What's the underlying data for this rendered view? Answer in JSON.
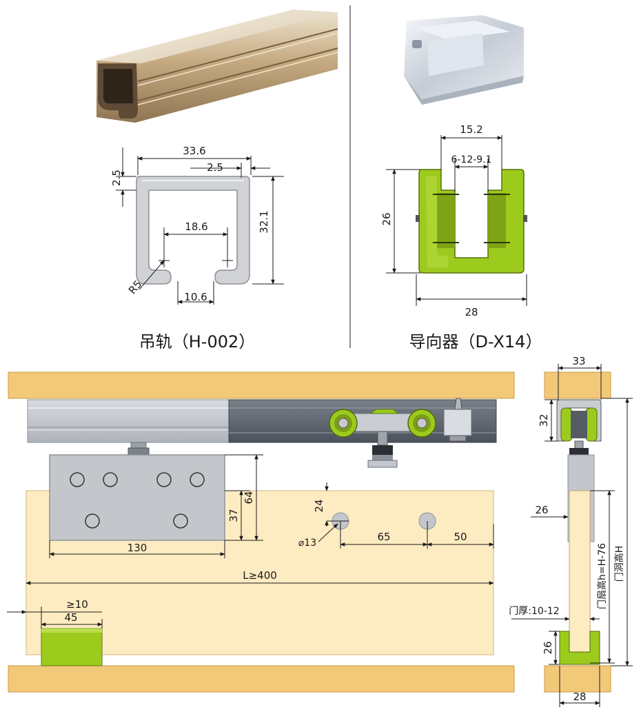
{
  "rail": {
    "caption": "吊轨（H-002）",
    "dims": {
      "width": "33.6",
      "lip": "2.5",
      "top": "2.5",
      "height": "32.1",
      "inner": "18.6",
      "radius": "R5",
      "slot": "10.6"
    }
  },
  "guide": {
    "caption": "导向器（D-X14）",
    "dims": {
      "top": "15.2",
      "range": "6-12-9.1",
      "height": "26",
      "width": "28"
    }
  },
  "assembly": {
    "dims": {
      "plate_width": "130",
      "plate_h1": "37",
      "plate_h2": "64",
      "hole_top": "24",
      "hole_dia": "⌀13",
      "hole_gap": "65",
      "hole_edge": "50",
      "length": "L≥400",
      "guide_min": "≥10",
      "guide_width": "45"
    }
  },
  "section": {
    "dims": {
      "top_width": "33",
      "rail_height": "32",
      "leaf": "26",
      "door_height": "门扇高h=H-76",
      "opening_height": "门洞高H",
      "thickness": "门厚:10-12",
      "guide_height": "26",
      "bottom_width": "28"
    }
  },
  "colors": {
    "wood": "#f2c879",
    "door": "#fdebc1",
    "green": "#9ccb1e",
    "steel": "#c9ccd1",
    "dark": "#555b63"
  }
}
